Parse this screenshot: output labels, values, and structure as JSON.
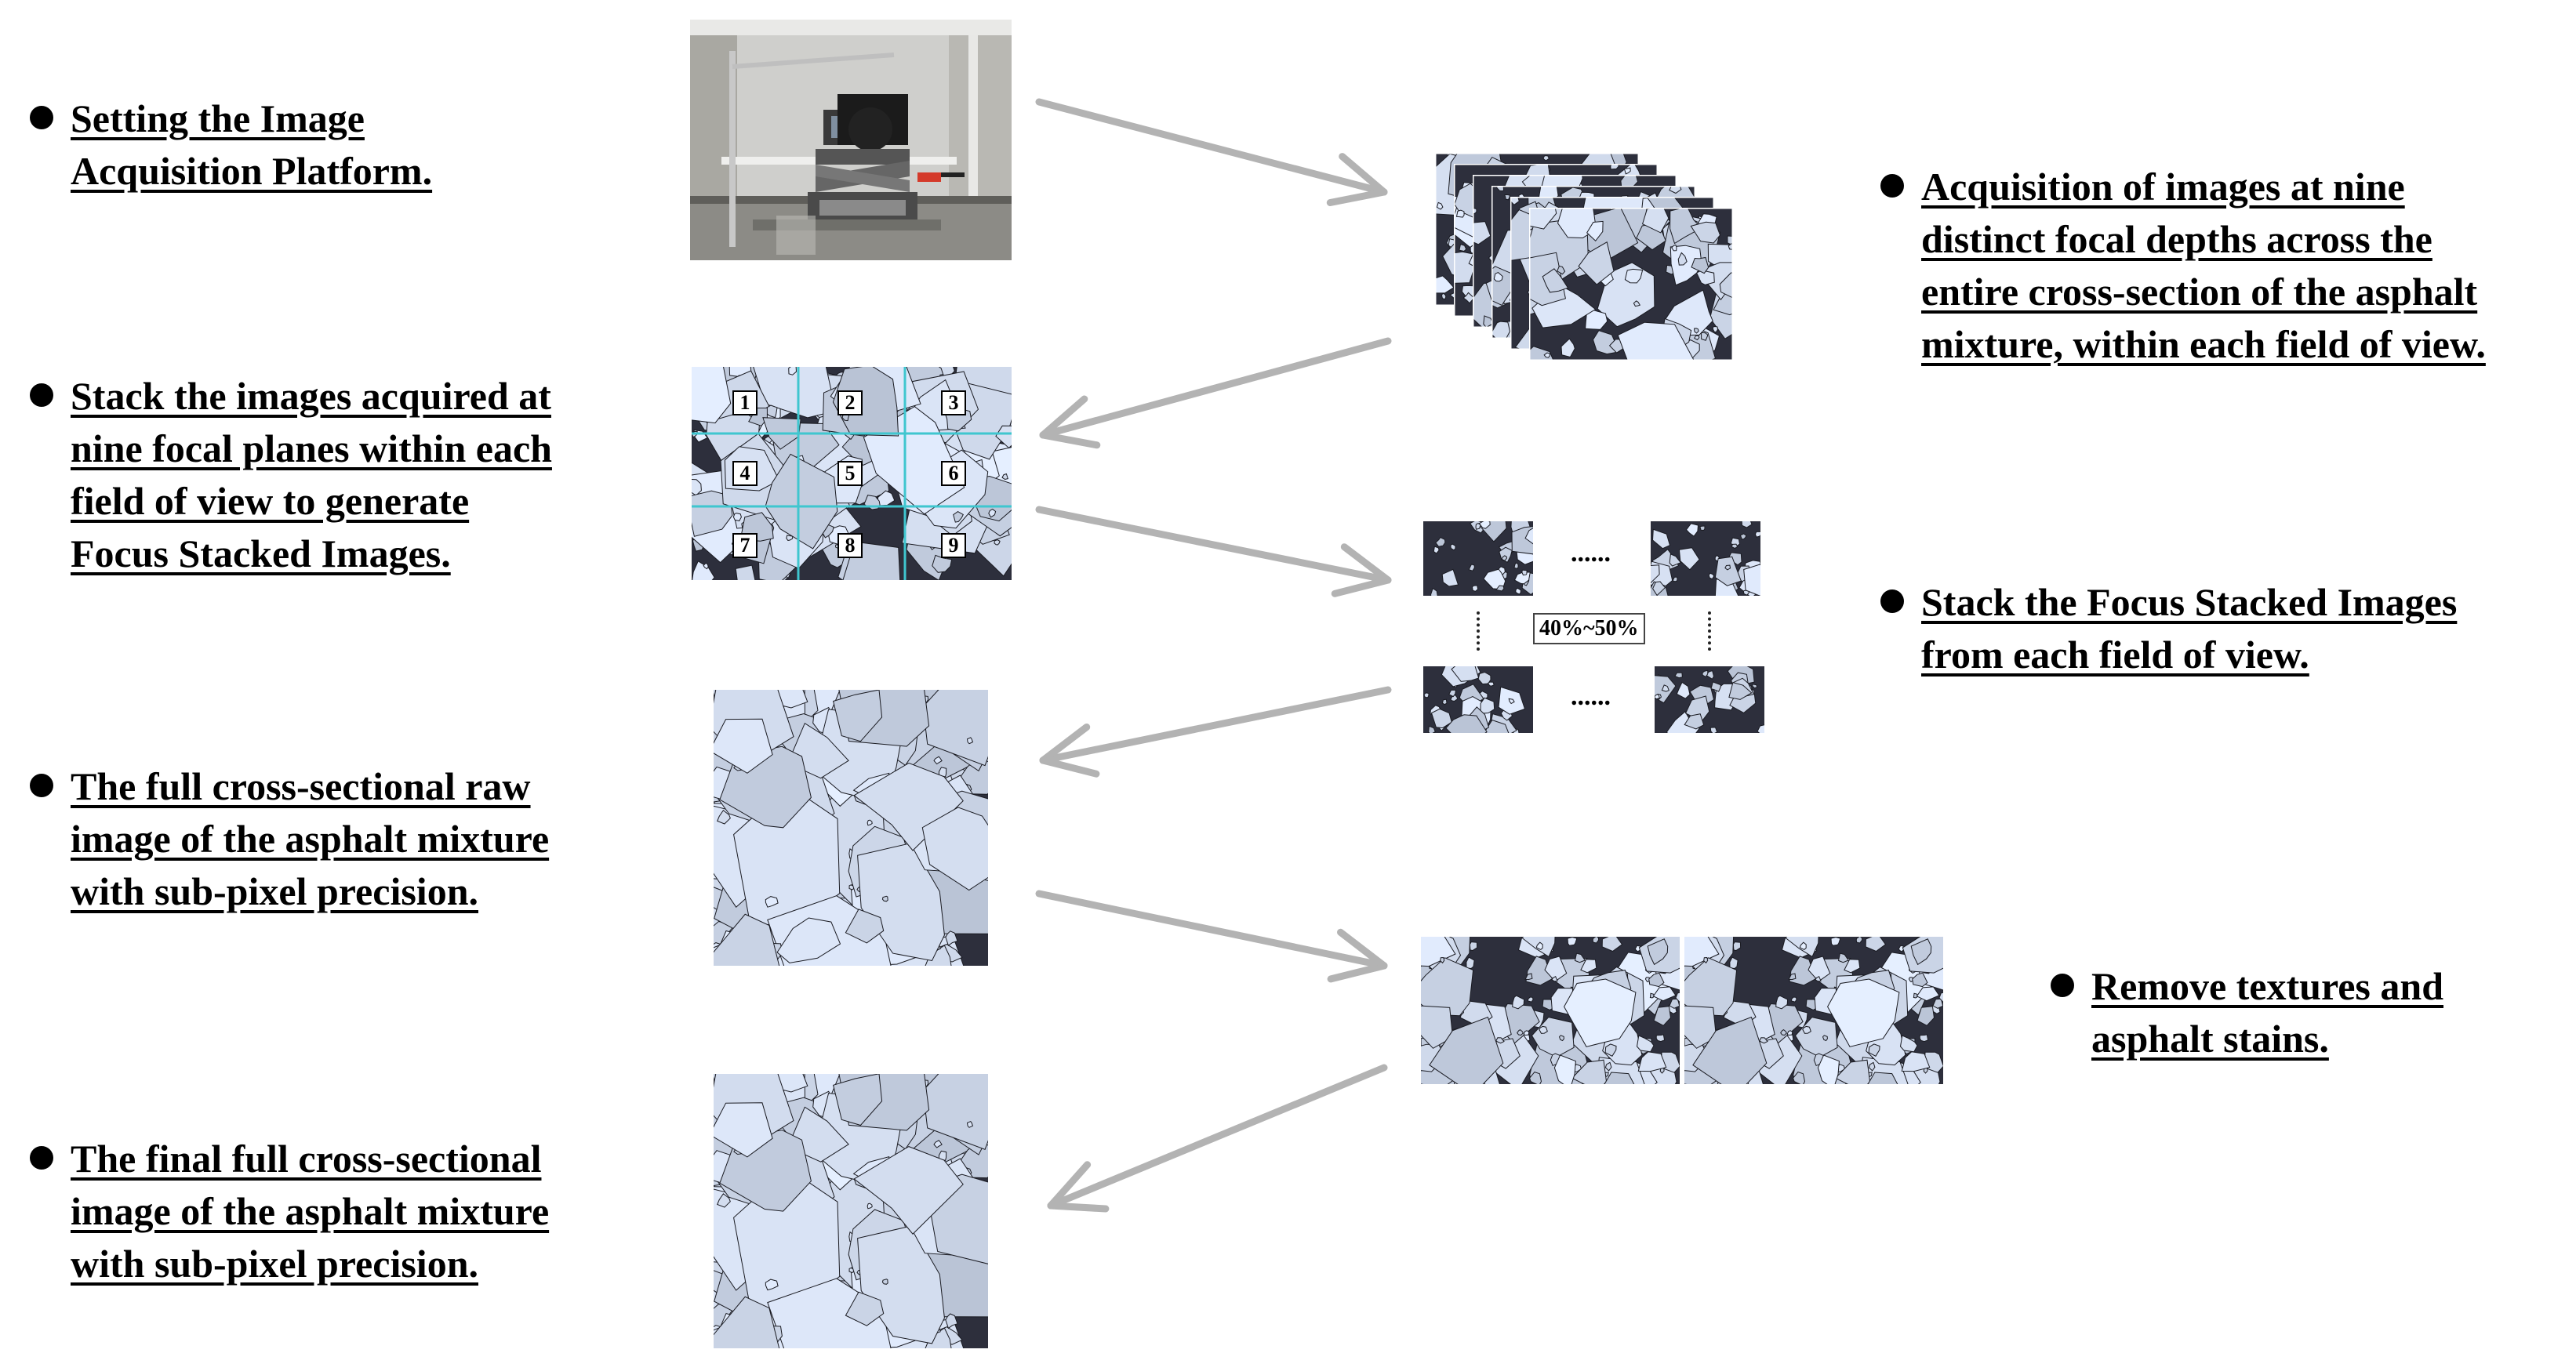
{
  "steps": {
    "setup": {
      "lines": [
        "Setting the Image",
        "Acquisition Platform."
      ]
    },
    "acquisition": {
      "lines": [
        "Acquisition of images at nine",
        "distinct focal depths across the",
        "entire cross-section of the asphalt",
        "mixture, within each field of view."
      ]
    },
    "focus_stack": {
      "lines": [
        "Stack the images acquired at",
        "nine focal planes within each",
        "field of view to generate",
        "Focus Stacked Images."
      ]
    },
    "mosaic": {
      "lines": [
        "Stack the Focus Stacked Images",
        "from each field of view."
      ]
    },
    "raw_image": {
      "lines": [
        "The full cross-sectional raw",
        "image of the asphalt mixture",
        "with sub-pixel precision."
      ]
    },
    "remove": {
      "lines": [
        "Remove textures and",
        "asphalt stains."
      ]
    },
    "final_image": {
      "lines": [
        "The final full cross-sectional",
        "image of the asphalt mixture",
        "with sub-pixel precision."
      ]
    }
  },
  "grid_numbers": [
    "1",
    "2",
    "3",
    "4",
    "5",
    "6",
    "7",
    "8",
    "9"
  ],
  "overlap": {
    "label": "40%~50%",
    "ellipsis": "......"
  },
  "colors": {
    "arrow": "#b3b3b3",
    "grid_line": "#3fc6cf",
    "text": "#000000",
    "aggregate": "#c5cde2",
    "binder": "#2d2f3c"
  },
  "icons": {
    "arrow": "arrow-icon",
    "bullet": "bullet-icon"
  }
}
